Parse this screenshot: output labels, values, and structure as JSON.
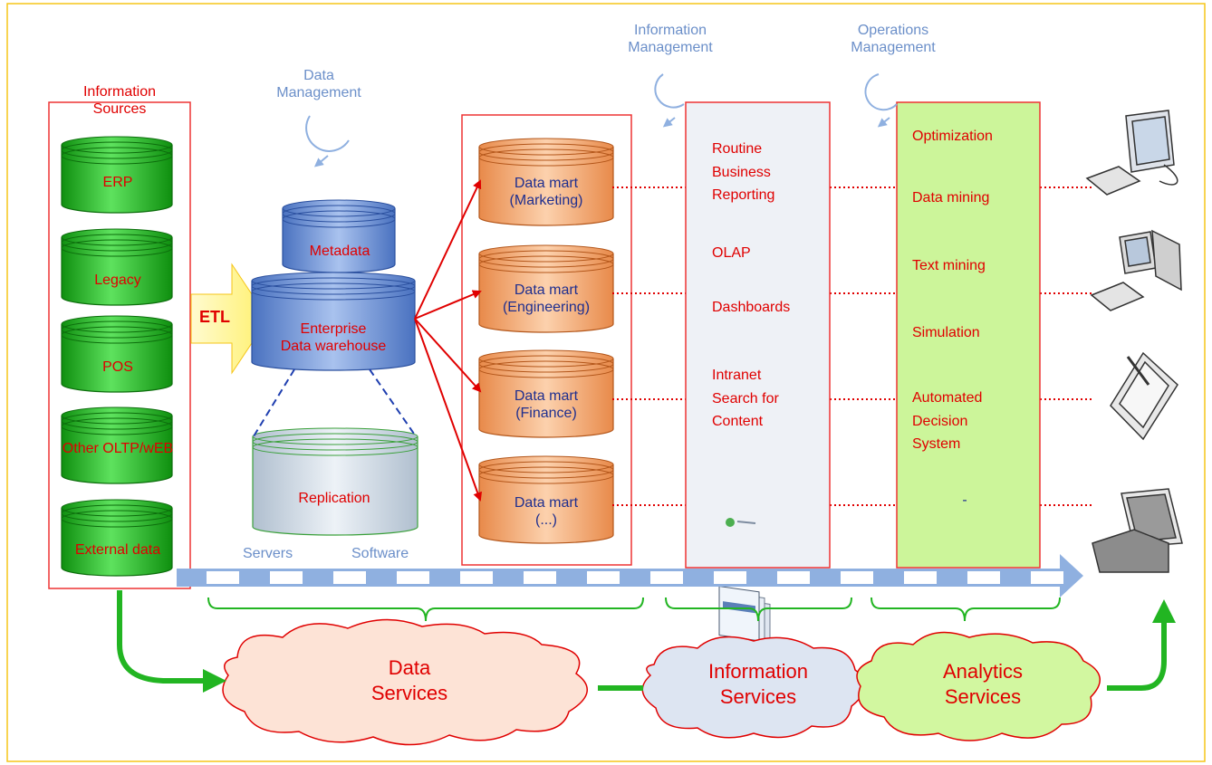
{
  "sources": {
    "title": [
      "Information",
      "Sources"
    ],
    "items": [
      "ERP",
      "Legacy",
      "POS",
      "Other OLTP/wEB",
      "External data"
    ]
  },
  "etl": "ETL",
  "data_management": [
    "Data",
    "Management"
  ],
  "warehouse": {
    "metadata": "Metadata",
    "enterprise": [
      "Enterprise",
      "Data warehouse"
    ],
    "replication": "Replication"
  },
  "data_marts": [
    [
      "Data mart",
      "(Marketing)"
    ],
    [
      "Data mart",
      "(Engineering)"
    ],
    [
      "Data mart",
      "(Finance)"
    ],
    [
      "Data mart",
      "(...)"
    ]
  ],
  "information_management": [
    "Information",
    "Management"
  ],
  "information_apps": {
    "routine": [
      "Routine",
      "Business",
      "Reporting"
    ],
    "olap": "OLAP",
    "dashboards": "Dashboards",
    "intranet": [
      "Intranet",
      "Search for",
      "Content"
    ]
  },
  "operations_management": [
    "Operations",
    "Management"
  ],
  "analytics_apps": {
    "optimization": "Optimization",
    "data_mining": "Data mining",
    "text_mining": "Text mining",
    "simulation": "Simulation",
    "automated": [
      "Automated",
      "Decision",
      "System"
    ],
    "dash": "-"
  },
  "bus": {
    "servers": "Servers",
    "software": "Software"
  },
  "services": {
    "data": [
      "Data",
      "Services"
    ],
    "information": [
      "Information",
      "Services"
    ],
    "analytics": [
      "Analytics",
      "Services"
    ]
  },
  "colors": {
    "frame": "#f5c518",
    "red": "#e00000",
    "navy": "#1f2f8f",
    "light_blue_text": "#6b8fc9",
    "green_cyl": "#22b522",
    "orange_cyl": "#f7b27a",
    "blue_cyl": "#6b93d6",
    "gray_cyl": "#c8d4e0",
    "bus": "#8fb0e0",
    "flow_green": "#22b522",
    "info_panel": "#eef1f6",
    "analytics_panel": "#ccf59a",
    "cloud_orange": "#fde3d6",
    "cloud_blue": "#dde5f2",
    "cloud_green": "#d2f7a0"
  },
  "icons": [
    "desktop-computer-icon",
    "tower-computer-icon",
    "tablet-pen-icon",
    "laptop-icon",
    "report-documents-icon",
    "cycle-arrow-icon"
  ]
}
